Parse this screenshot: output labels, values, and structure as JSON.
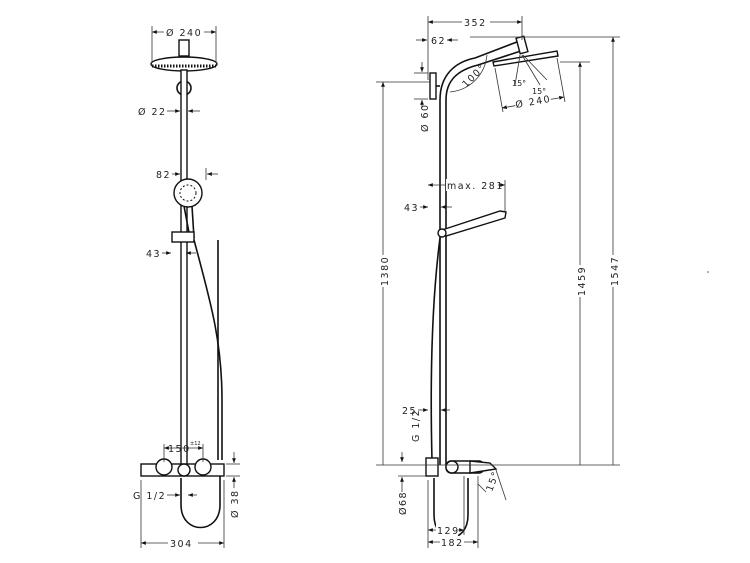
{
  "front_view": {
    "head_diameter": "Ø 240",
    "rail_diameter": "Ø 22",
    "hand_shower_offset": "82",
    "holder_offset": "43",
    "inlet_spacing": "150",
    "inlet_spacing_tolerance": "±12",
    "inlet_thread": "G 1/2",
    "mixer_diameter": "Ø 38",
    "total_width": "304"
  },
  "side_view": {
    "arm_reach": "352",
    "bracket_offset": "62",
    "bracket_diameter": "Ø 60",
    "arm_angle": "100°",
    "head_tilt_a": "15°",
    "head_tilt_b": "15°",
    "head_diameter": "Ø 240",
    "hand_shower_reach": "max. 281",
    "holder_offset": "43",
    "height_bracket": "1380",
    "height_head": "1459",
    "height_total": "1547",
    "rail_offset": "25",
    "inlet_thread": "G 1/2",
    "mixer_diameter": "Ø68",
    "spout_angle": "15°",
    "depth_mixer": "129",
    "depth_spout": "182"
  }
}
